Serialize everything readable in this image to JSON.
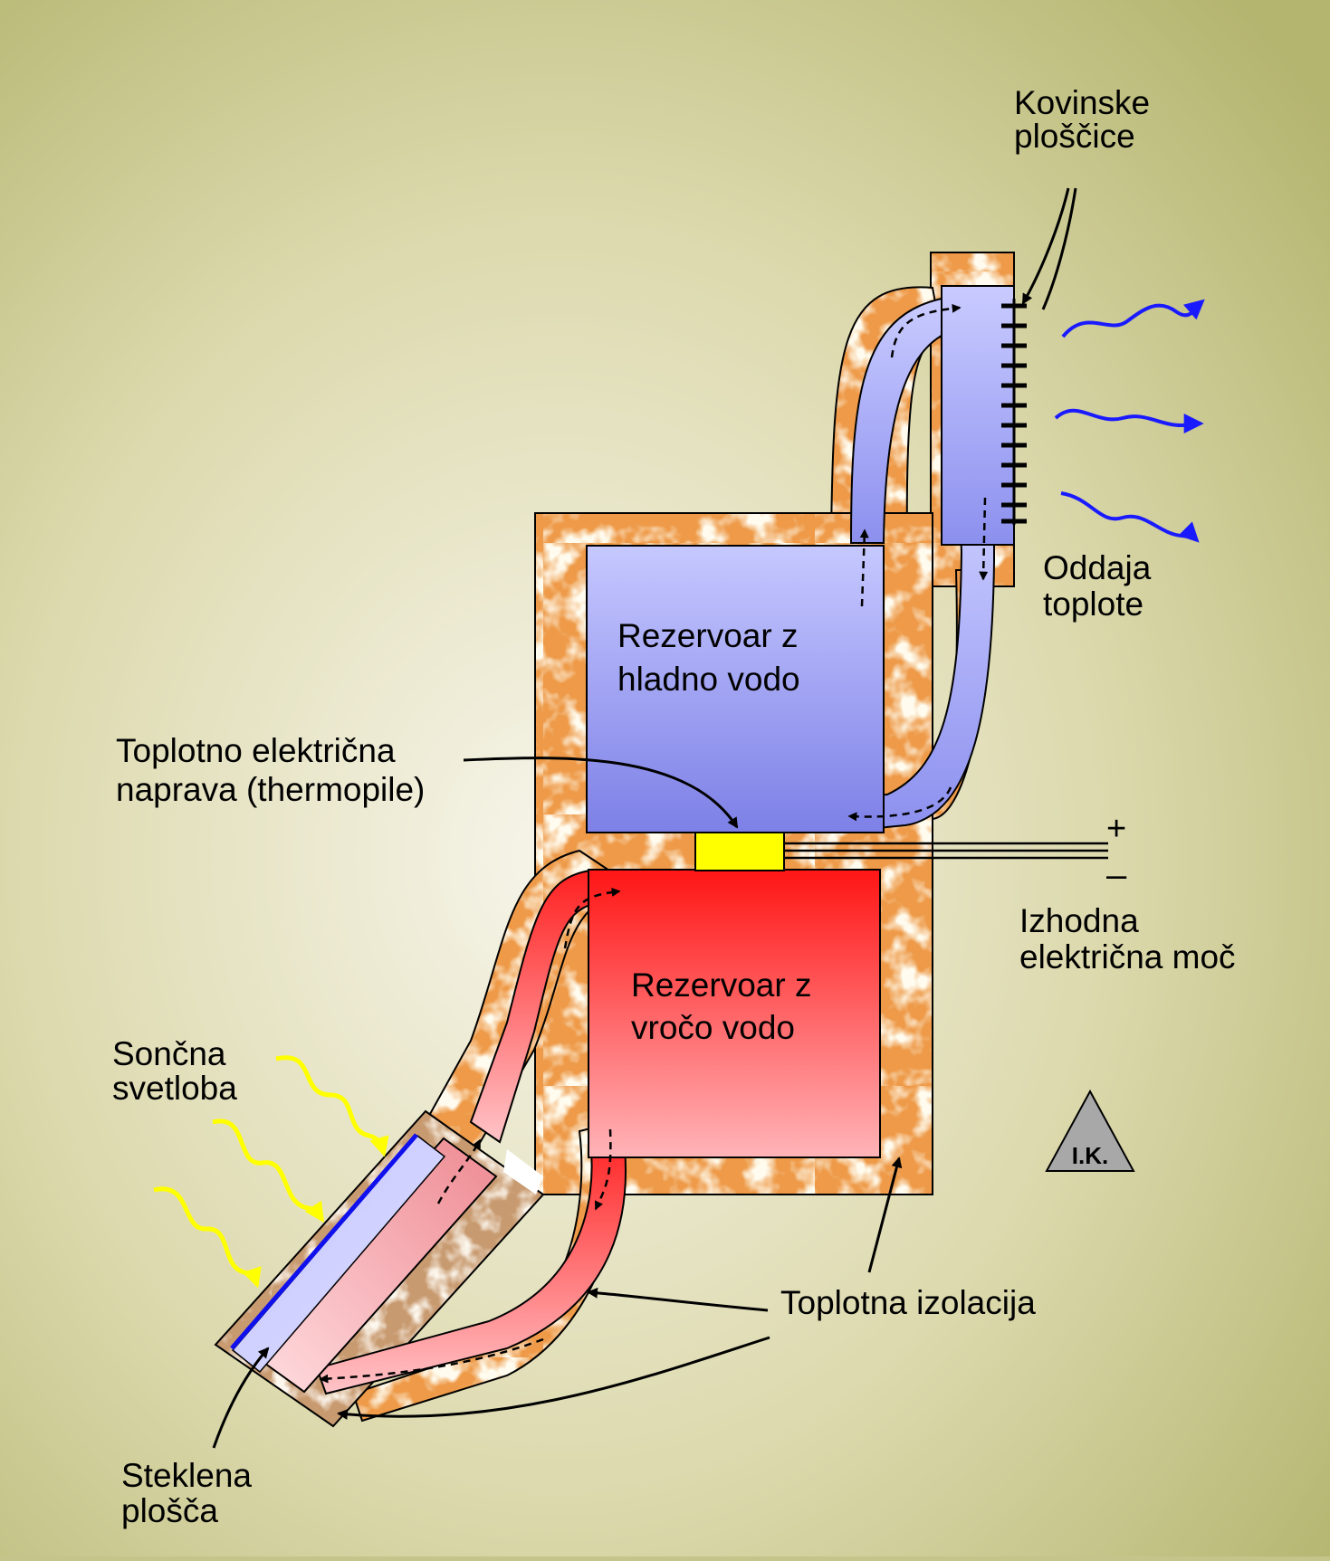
{
  "labels": {
    "metal_plates": [
      "Kovinske",
      "ploščice"
    ],
    "heat_release": [
      "Oddaja",
      "toplote"
    ],
    "cold_tank": [
      "Rezervoar z",
      "hladno vodo"
    ],
    "hot_tank": [
      "Rezervoar z",
      "vročo vodo"
    ],
    "thermopile": [
      "Toplotno električna",
      "naprava (thermopile)"
    ],
    "electric_output": [
      "Izhodna",
      "električna moč"
    ],
    "sunlight": [
      "Sončna",
      "svetloba"
    ],
    "insulation": "Toplotna izolacija",
    "glass_plate": [
      "Steklena",
      "plošča"
    ],
    "plus": "+",
    "minus": "–",
    "author_mark": "I.K."
  },
  "colors": {
    "insulation": "#e8a050",
    "cold_water": "#8a8ee8",
    "hot_water": "#ff1e1e",
    "thermopile": "#ffff00",
    "sunlight": "#ffff00",
    "heat_waves": "#1a1aff",
    "glass": "#1010ee",
    "author_badge": "#a8a8a8"
  }
}
